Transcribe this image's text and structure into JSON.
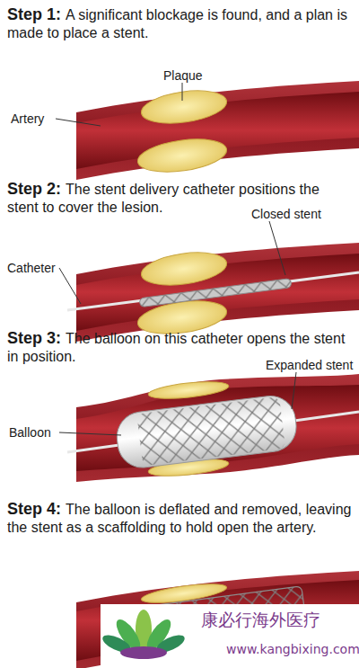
{
  "diagram": {
    "labels": [
      "Step 1:",
      "A significant blockage is found, and a plan is made to place a stent.",
      "Plaque",
      "Artery",
      "Step 2:",
      "The stent delivery catheter positions the stent to cover the lesion.",
      "Closed stent",
      "Catheter",
      "Step 3:",
      "The balloon on this catheter opens the stent in position.",
      "Expanded stent",
      "Balloon",
      "Step 4:",
      "The balloon is deflated and removed, leaving the stent as a scaffolding to hold open the artery.",
      "康必行海外医疗",
      "www.kangbixing.com"
    ]
  }
}
